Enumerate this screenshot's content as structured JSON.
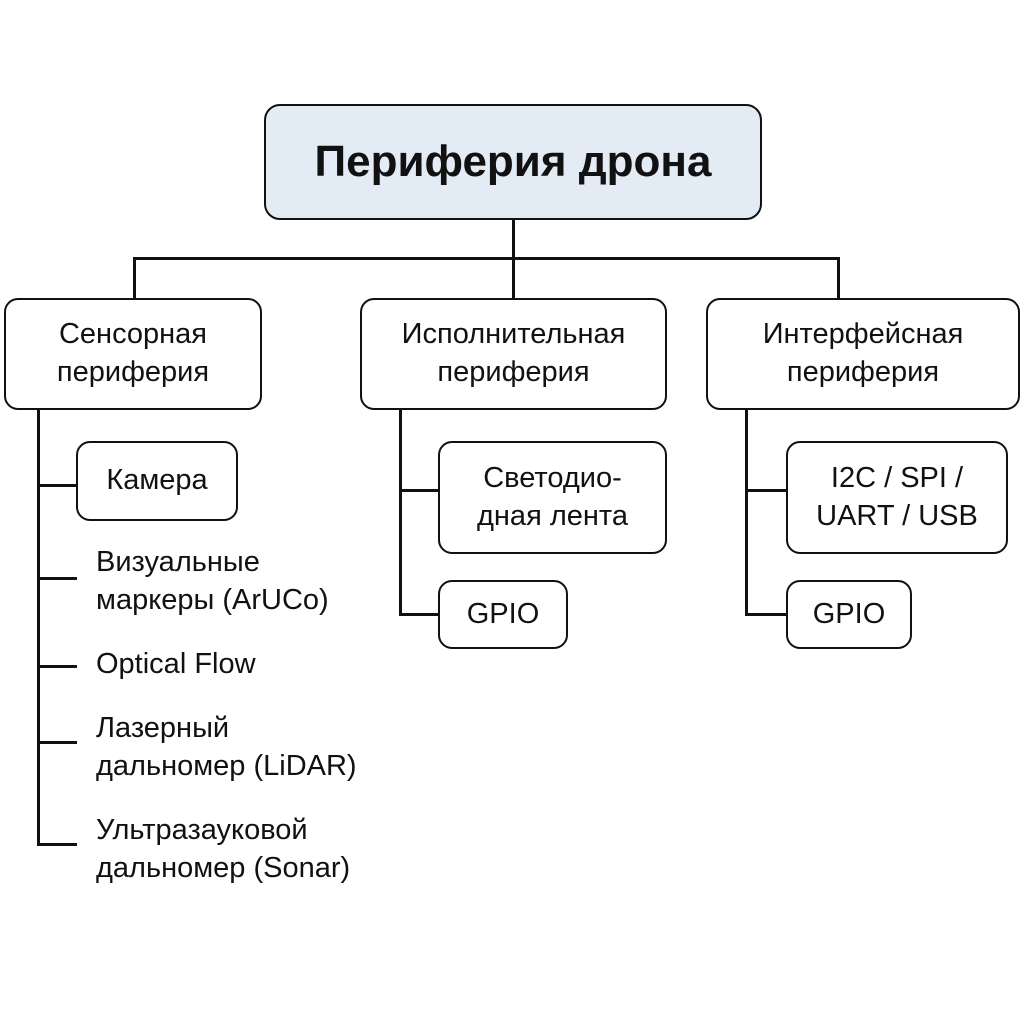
{
  "root": {
    "label": "Периферия дрона",
    "fill": "#e3ebf5"
  },
  "categories": [
    {
      "line1": "Сенсорная",
      "line2": "периферия",
      "items": [
        {
          "line1": "Камера",
          "boxed": true
        },
        {
          "line1": "Визуальные",
          "line2": "маркеры (ArUCo)",
          "boxed": false
        },
        {
          "line1": "Optical Flow",
          "boxed": false
        },
        {
          "line1": "Лазерный",
          "line2": "дальномер  (LiDAR)",
          "boxed": false
        },
        {
          "line1": "Ультразауковой",
          "line2": "дальномер  (Sonar)",
          "boxed": false
        }
      ]
    },
    {
      "line1": "Исполнительная",
      "line2": "периферия",
      "items": [
        {
          "line1": "Светодио-",
          "line2": "дная лента",
          "boxed": true
        },
        {
          "line1": "GPIO",
          "boxed": true
        }
      ]
    },
    {
      "line1": "Интерфейсная",
      "line2": "периферия",
      "items": [
        {
          "line1": "I2C / SPI /",
          "line2": "UART / USB",
          "boxed": true
        },
        {
          "line1": "GPIO",
          "boxed": true
        }
      ]
    }
  ]
}
